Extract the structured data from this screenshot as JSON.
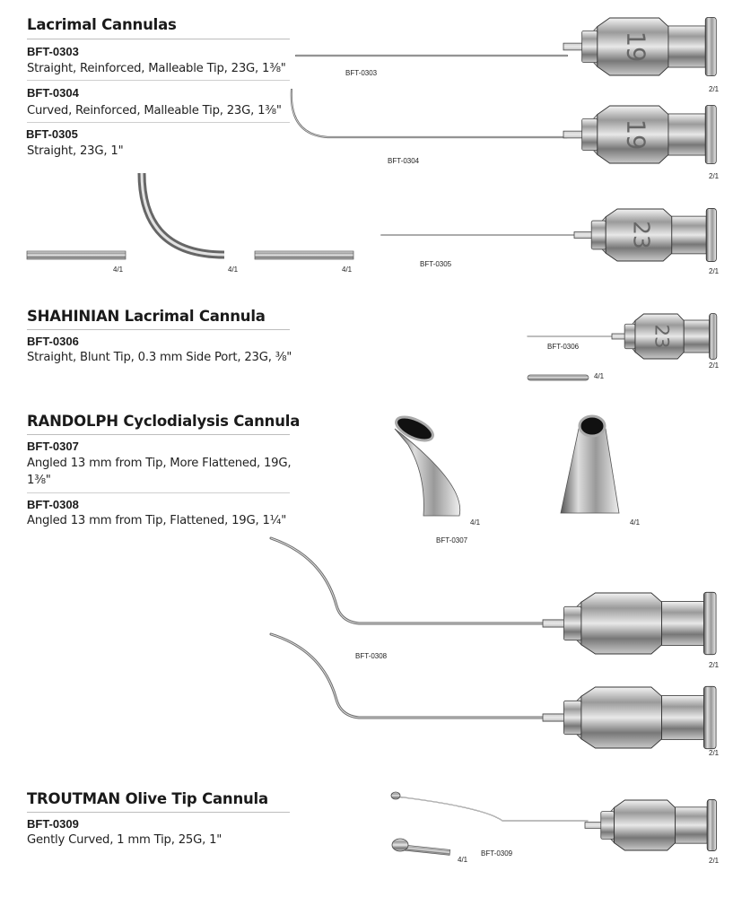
{
  "sections": [
    {
      "title": "Lacrimal Cannulas",
      "items": [
        {
          "code": "BFT-0303",
          "desc": "Straight, Reinforced, Malleable Tip, 23G, 1⅜\""
        },
        {
          "code": "BFT-0304",
          "desc": "Curved, Reinforced, Malleable Tip, 23G, 1⅜\""
        },
        {
          "code": "BFT-0305",
          "desc": "Straight, 23G, 1\""
        }
      ]
    },
    {
      "title": "SHAHINIAN Lacrimal Cannula",
      "items": [
        {
          "code": "BFT-0306",
          "desc": "Straight, Blunt Tip, 0.3 mm Side Port, 23G, ⅜\""
        }
      ]
    },
    {
      "title": "RANDOLPH Cyclodialysis Cannula",
      "items": [
        {
          "code": "BFT-0307",
          "desc_line1": "Angled 13 mm from Tip, More Flattened, 19G,",
          "desc_line2": "1⅜\""
        },
        {
          "code": "BFT-0308",
          "desc": "Angled 13 mm from Tip, Flattened, 19G, 1¼\""
        }
      ]
    },
    {
      "title": "TROUTMAN Olive Tip Cannula",
      "items": [
        {
          "code": "BFT-0309",
          "desc": "Gently Curved, 1 mm Tip, 25G, 1\""
        }
      ]
    }
  ],
  "image_labels": {
    "bft0303": "BFT-0303",
    "bft0304": "BFT-0304",
    "bft0305": "BFT-0305",
    "bft0306": "BFT-0306",
    "bft0307": "BFT-0307",
    "bft0308": "BFT-0308",
    "bft0309": "BFT-0309"
  },
  "scales": {
    "hub": "2/1",
    "detail": "4/1"
  },
  "hub_gauges": {
    "bft0303": "19",
    "bft0304": "19",
    "bft0305": "23",
    "bft0306": "23"
  }
}
